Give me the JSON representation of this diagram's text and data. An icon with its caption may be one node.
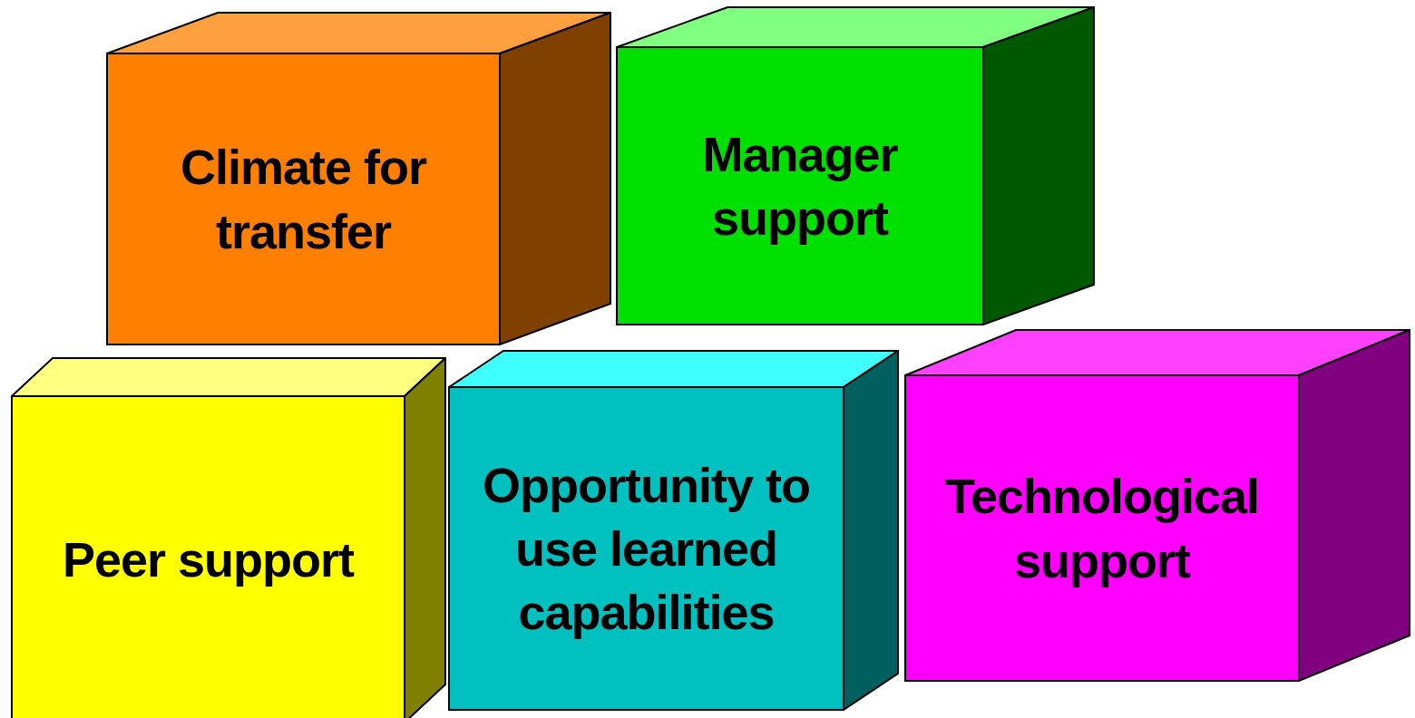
{
  "diagram": {
    "nodes": [
      {
        "text": [
          "Climate for transfer"
        ]
      },
      {
        "text": [
          "Manager support"
        ]
      },
      {
        "text": [
          "Peer support"
        ]
      },
      {
        "text": [
          "Opportunity to use learned capabilities"
        ]
      },
      {
        "text": [
          "Technological support"
        ]
      }
    ]
  }
}
